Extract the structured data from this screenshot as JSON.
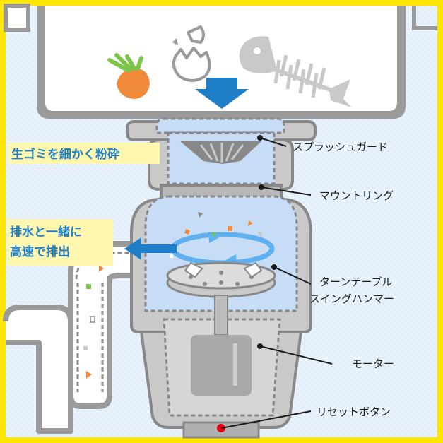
{
  "labels": {
    "splash_guard": "スプラッシュガード",
    "mount_ring": "マウントリング",
    "turntable_line1": "ターンテーブル",
    "turntable_line2": "スイングハンマー",
    "motor": "モーター",
    "reset_button": "リセットボタン"
  },
  "callouts": {
    "grind_fine": "生ゴミを細かく粉砕",
    "drain_line1": "排水と一緒に",
    "drain_line2": "高速で排出"
  },
  "colors": {
    "frame": "#ffe600",
    "background": "#e6f1fb",
    "steel": "#c9c9c9",
    "steel_dark": "#888888",
    "inner_blue": "#c7dcf5",
    "arrow_blue": "#1e7fc8",
    "highlight": "#fff6b0",
    "reset_red": "#e60012"
  }
}
